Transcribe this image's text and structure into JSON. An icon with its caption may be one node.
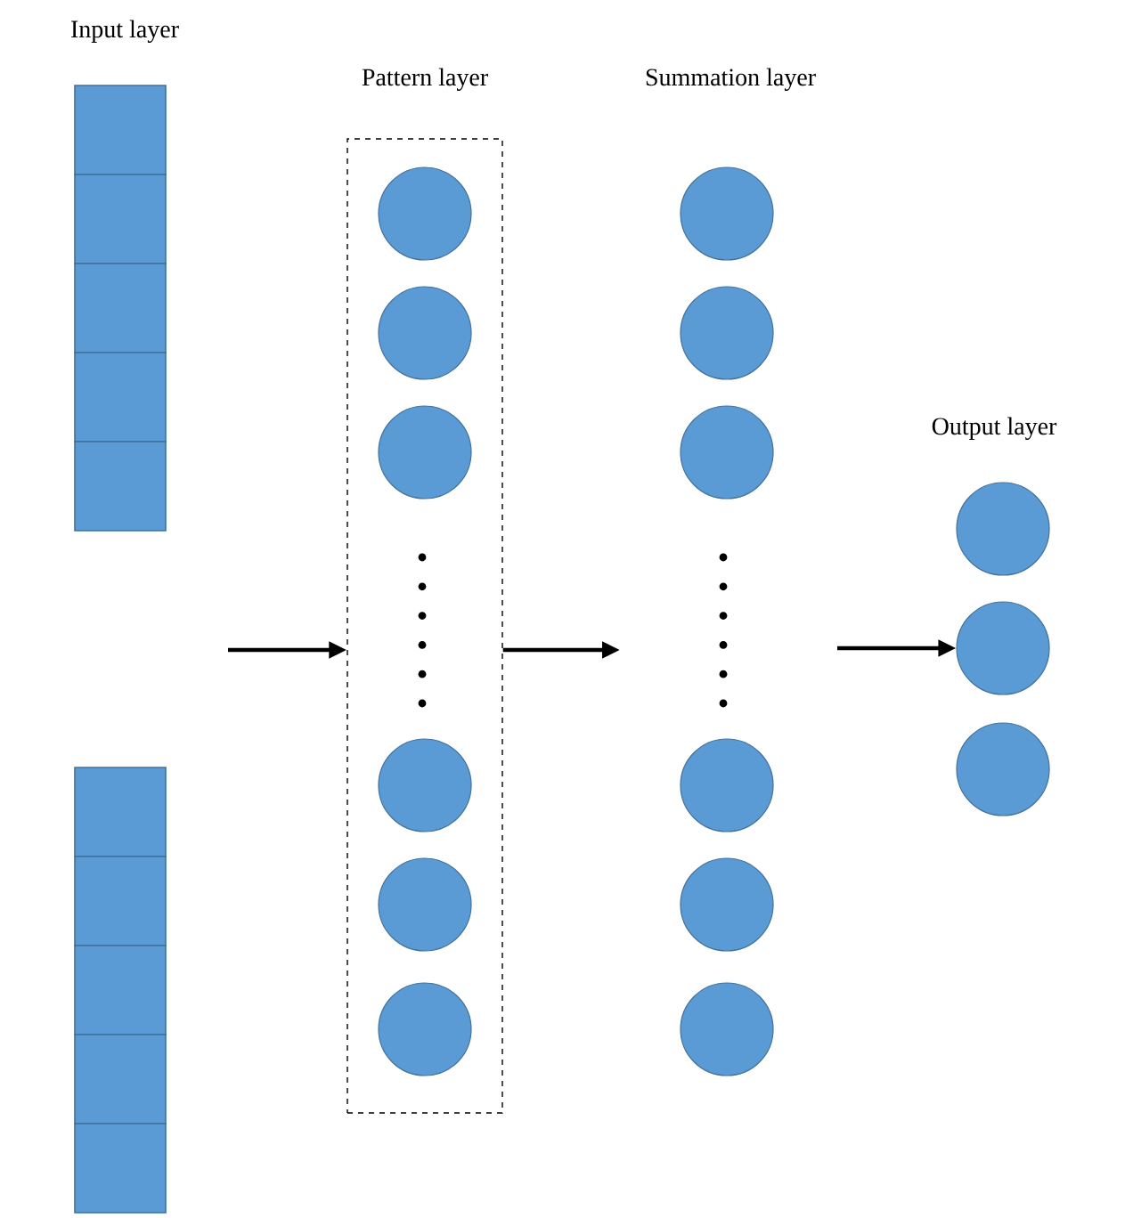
{
  "diagram": {
    "nodes": [
      {
        "text": [],
        "shape": "box"
      },
      {
        "text": [],
        "shape": "box"
      },
      {
        "text": [],
        "shape": "box"
      },
      {
        "text": [],
        "shape": "box"
      },
      {
        "text": [],
        "shape": "box"
      },
      {
        "text": [],
        "shape": "box"
      },
      {
        "text": [],
        "shape": "box"
      },
      {
        "text": [],
        "shape": "box"
      },
      {
        "text": [],
        "shape": "box"
      },
      {
        "text": [],
        "shape": "box"
      },
      {
        "text": [
          "Pattern layer"
        ]
      },
      {
        "text": [],
        "shape": "circle",
        "in": 10
      },
      {
        "text": [],
        "shape": "circle",
        "in": 10
      },
      {
        "text": [],
        "shape": "circle",
        "in": 10
      },
      {
        "text": [],
        "shape": "circle",
        "in": 10
      },
      {
        "text": [],
        "shape": "circle",
        "in": 10
      },
      {
        "text": [],
        "shape": "circle",
        "in": 10
      },
      {
        "text": [],
        "shape": "circle"
      },
      {
        "text": [],
        "shape": "circle"
      },
      {
        "text": [],
        "shape": "circle"
      },
      {
        "text": [],
        "shape": "circle"
      },
      {
        "text": [],
        "shape": "circle"
      },
      {
        "text": [],
        "shape": "circle"
      },
      {
        "text": [],
        "shape": "circle"
      },
      {
        "text": [],
        "shape": "circle"
      },
      {
        "text": [],
        "shape": "circle"
      }
    ],
    "edges": [
      {
        "from": null,
        "to": 10,
        "arrow": "to"
      },
      {
        "from": 10,
        "to": null,
        "arrow": "to"
      },
      {
        "from": null,
        "to": 24,
        "arrow": "to"
      }
    ],
    "labels": [
      "Input layer",
      "Summation layer",
      "Output layer"
    ]
  }
}
